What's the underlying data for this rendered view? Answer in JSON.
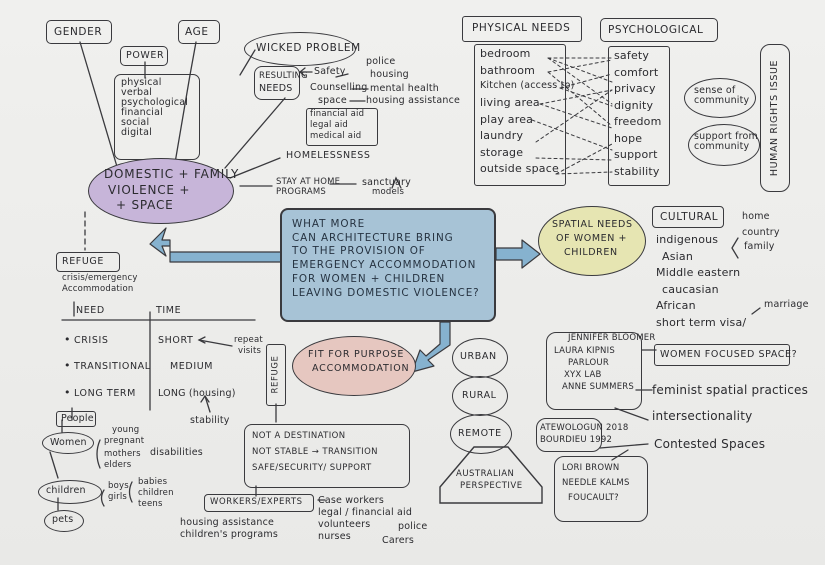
{
  "colors": {
    "ink": "#2d2d30",
    "paper": "#ececea",
    "central_box": "#a7c3d6",
    "arrow_blue": "#86b2cf",
    "purple_blob": "#c7b5d9",
    "yellow_blob": "#e6e5b2",
    "pink_blob": "#e6c7c0"
  },
  "top_left": {
    "gender": "GENDER",
    "age": "AGE",
    "power": "POWER",
    "power_items": [
      "physical",
      "verbal",
      "psychological",
      "financial",
      "social",
      "digital"
    ]
  },
  "wicked": {
    "title": "WICKED PROBLEM",
    "resulting_needs": [
      "RESULTING",
      "NEEDS"
    ],
    "safety": "Safety",
    "counselling": "Counselling",
    "space": "space",
    "police": "police",
    "housing": "housing",
    "mental_health": "mental health",
    "housing_assistance": "housing assistance",
    "aid_items": [
      "financial aid",
      "legal aid",
      "medical aid"
    ]
  },
  "homelessness": "HOMELESSNESS",
  "stay_home": [
    "STAY AT HOME",
    "PROGRAMS"
  ],
  "sanctuary": [
    "sanctuary",
    "models"
  ],
  "dfv": [
    "DOMESTIC + FAMILY",
    "VIOLENCE +",
    "+ SPACE"
  ],
  "physical_needs": {
    "title": "PHYSICAL NEEDS",
    "items": [
      "bedroom",
      "bathroom",
      "Kitchen (access to)",
      "living area",
      "play area",
      "laundry",
      "storage",
      "outside space"
    ]
  },
  "psychological": {
    "title": "PSYCHOLOGICAL",
    "items": [
      "safety",
      "comfort",
      "privacy",
      "dignity",
      "freedom",
      "hope",
      "support",
      "stability"
    ]
  },
  "community": {
    "sense": [
      "sense of",
      "community"
    ],
    "support": [
      "support from",
      "community"
    ],
    "human_rights": "HUMAN RIGHTS ISSUE"
  },
  "central_question": [
    "WHAT MORE",
    "CAN ARCHITECTURE BRING",
    "TO THE PROVISION OF",
    "EMERGENCY ACCOMMODATION",
    "FOR WOMEN + CHILDREN",
    "LEAVING DOMESTIC VIOLENCE?"
  ],
  "spatial_needs": [
    "SPATIAL NEEDS",
    "OF WOMEN +",
    "CHILDREN"
  ],
  "cultural": {
    "title": "CULTURAL",
    "items": [
      "indigenous",
      "Asian",
      "Middle eastern",
      "caucasian",
      "African",
      "short term visa/"
    ],
    "home": "home",
    "country": "country",
    "family": "family",
    "marriage": "marriage"
  },
  "refuge_left": {
    "title": "REFUGE",
    "subtitle": [
      "crisis/emergency",
      "Accommodation"
    ],
    "need_header": "NEED",
    "time_header": "TIME",
    "needs": [
      "CRISIS",
      "TRANSITIONAL",
      "LONG TERM"
    ],
    "times": [
      "SHORT",
      "MEDIUM",
      "LONG (housing)"
    ],
    "repeat_visits": [
      "repeat",
      "visits"
    ],
    "stability": "stability"
  },
  "people": {
    "title": "People",
    "women": "Women",
    "women_items": [
      "young",
      "pregnant",
      "mothers",
      "elders"
    ],
    "disabilities": "disabilities",
    "children": "children",
    "children_items": [
      "boys",
      "girls"
    ],
    "babies": [
      "babies",
      "children",
      "teens"
    ],
    "pets": "pets"
  },
  "fit_for_purpose": [
    "FIT FOR PURPOSE",
    "ACCOMMODATION"
  ],
  "refuge_vertical": "REFUGE",
  "refuge_points": [
    "NOT A DESTINATION",
    "NOT STABLE → TRANSITION",
    "SAFE/SECURITY/ SUPPORT"
  ],
  "workers": {
    "title": "WORKERS/EXPERTS",
    "items": [
      "Case workers",
      "legal / financial aid",
      "volunteers",
      "nurses"
    ],
    "police": "police",
    "carers": "Carers",
    "left_items": [
      "housing assistance",
      "children's programs"
    ]
  },
  "locations": [
    "URBAN",
    "RURAL",
    "REMOTE"
  ],
  "australian": [
    "AUSTRALIAN",
    "PERSPECTIVE"
  ],
  "references": {
    "names": [
      "JENNIFER BLOOMER",
      "LAURA KIPNIS",
      "PARLOUR",
      "XYX LAB",
      "ANNE SUMMERS"
    ],
    "women_focused": "WOMEN FOCUSED SPACE?",
    "feminist": "feminist spatial practices",
    "intersectionality": "intersectionality",
    "atewologun": [
      "ATEWOLOGUN 2018",
      "BOURDIEU 1992"
    ],
    "contested": "Contested Spaces",
    "theorists": [
      "LORI BROWN",
      "NEEDLE KALMS",
      "FOUCAULT?"
    ]
  }
}
